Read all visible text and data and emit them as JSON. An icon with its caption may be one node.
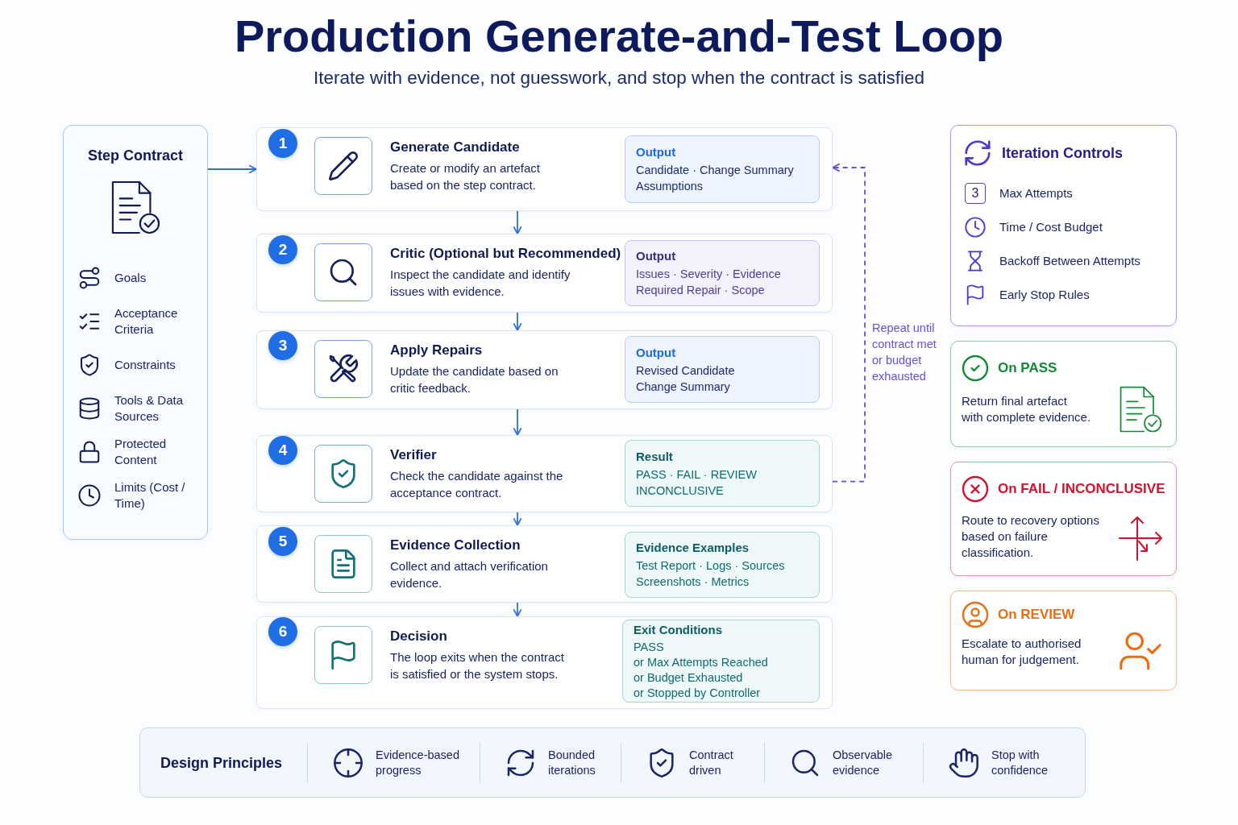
{
  "diagram": {
    "title": "Production Generate-and-Test Loop",
    "nodes": [
      {
        "text": [
          "Step Contract",
          "Goals",
          "Acceptance Criteria",
          "Constraints",
          "Tools & Data Sources",
          "Protected Content",
          "Limits (Cost / Time)"
        ]
      },
      {
        "text": [
          "Generate Candidate",
          "Create or modify an artefact based on the step contract."
        ]
      },
      {
        "text": [
          "1"
        ],
        "in": 1
      },
      {
        "text": [
          "Output",
          "Candidate · Change Summary",
          "Assumptions"
        ],
        "in": 1
      },
      {
        "text": [
          "Critic (Optional but Recommended)",
          "Inspect the candidate and identify issues with evidence."
        ]
      },
      {
        "text": [
          "2"
        ],
        "in": 4
      },
      {
        "text": [
          "Output",
          "Issues · Severity · Evidence",
          "Required Repair · Scope"
        ],
        "in": 4
      },
      {
        "text": [
          "Apply Repairs",
          "Update the candidate based on critic feedback."
        ]
      },
      {
        "text": [
          "3"
        ],
        "in": 7
      },
      {
        "text": [
          "Output",
          "Revised Candidate",
          "Change Summary"
        ],
        "in": 7
      },
      {
        "text": [
          "Verifier",
          "Check the candidate against the acceptance contract."
        ]
      },
      {
        "text": [
          "4"
        ],
        "in": 10
      },
      {
        "text": [
          "Result",
          "PASS · FAIL · REVIEW",
          "INCONCLUSIVE"
        ],
        "in": 10
      },
      {
        "text": [
          "Evidence Collection",
          "Collect and attach verification evidence."
        ]
      },
      {
        "text": [
          "5"
        ],
        "in": 13
      },
      {
        "text": [
          "Evidence Examples",
          "Test Report · Logs · Sources",
          "Screenshots · Metrics"
        ],
        "in": 13
      },
      {
        "text": [
          "Decision",
          "The loop exits when the contract is satisfied or the system stops."
        ]
      },
      {
        "text": [
          "6"
        ],
        "in": 16
      },
      {
        "text": [
          "Exit Conditions",
          "PASS",
          "or Max Attempts Reached",
          "or Budget Exhausted",
          "or Stopped by Controller"
        ],
        "in": 16
      },
      {
        "text": [
          "Iteration Controls",
          "3",
          "Max Attempts",
          "Time / Cost Budget",
          "Backoff Between Attempts",
          "Early Stop Rules"
        ]
      },
      {
        "text": [
          "On PASS",
          "Return final artefact with complete evidence."
        ]
      },
      {
        "text": [
          "On FAIL / INCONCLUSIVE",
          "Route to recovery options based on failure classification."
        ]
      },
      {
        "text": [
          "On REVIEW",
          "Escalate to authorised human for judgement."
        ]
      },
      {
        "text": [
          "Design Principles",
          "Evidence-based progress",
          "Bounded iterations",
          "Contract driven",
          "Observable evidence",
          "Stop with confidence"
        ]
      }
    ],
    "edges": [
      {
        "from": 0,
        "to": 1,
        "arrow": "to"
      },
      {
        "from": 1,
        "to": 4,
        "arrow": "to"
      },
      {
        "from": 4,
        "to": 7,
        "arrow": "to"
      },
      {
        "from": 7,
        "to": 10,
        "arrow": "to"
      },
      {
        "from": 10,
        "to": 13,
        "arrow": "to"
      },
      {
        "from": 13,
        "to": 16,
        "arrow": "to"
      },
      {
        "from": 10,
        "to": 1,
        "arrow": "to",
        "style": "dashed",
        "color": "#6b4fd8",
        "label": "Repeat until contract met or budget exhausted"
      }
    ],
    "labels": [
      "Iterate with evidence, not guesswork, and stop when the contract is satisfied"
    ]
  }
}
